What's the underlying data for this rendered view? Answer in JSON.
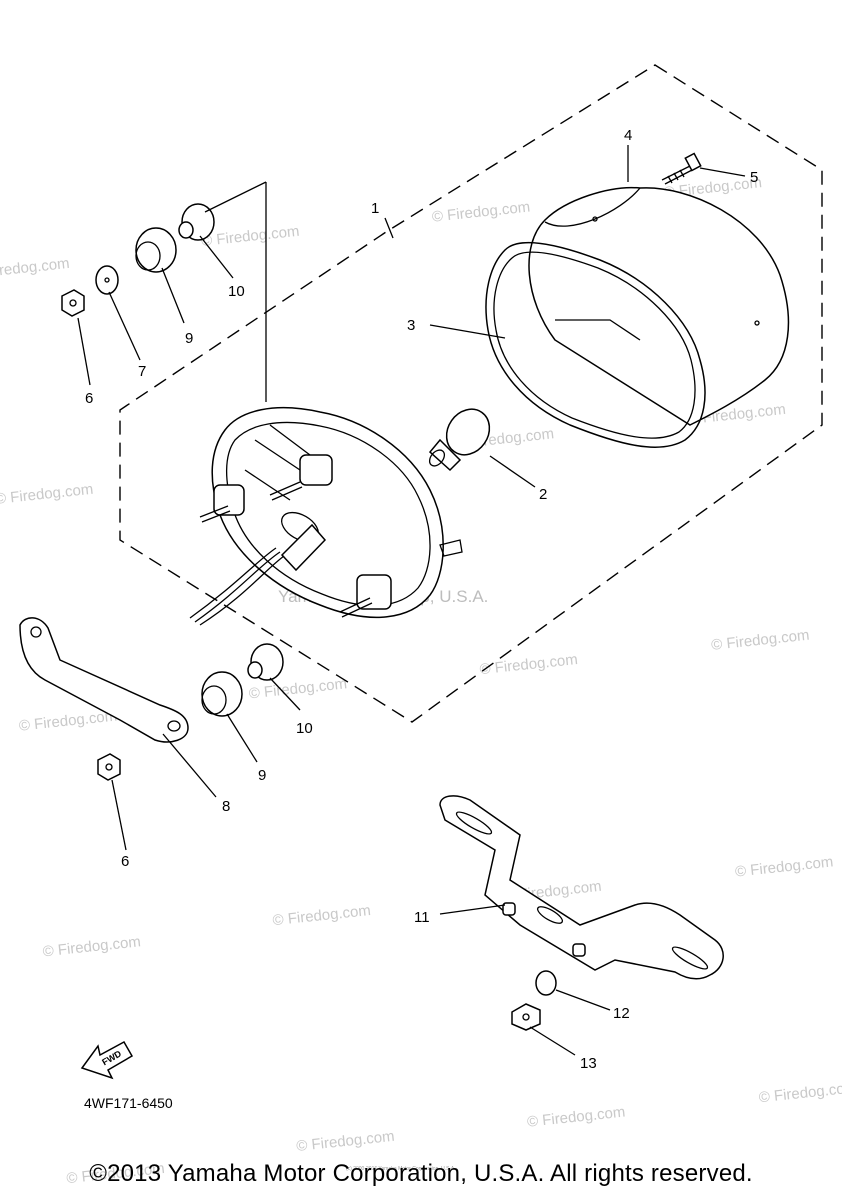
{
  "watermarks": [
    "© Firedog.com",
    "Yamaha Motor Corp, U.S.A."
  ],
  "callouts": [
    "1",
    "2",
    "3",
    "4",
    "5",
    "6",
    "7",
    "8",
    "9",
    "10",
    "11",
    "12",
    "13"
  ],
  "fwd_label": "FWD",
  "diagram_code": "4WF171-6450",
  "tiny_credit": "(c) 2000-2016 Yamaha Motor Corporation, U.S.A.",
  "copyright": "©2013 Yamaha Motor Corporation, U.S.A. All rights reserved."
}
